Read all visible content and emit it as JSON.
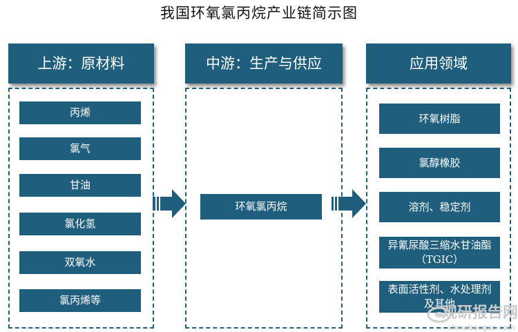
{
  "title": "我国环氧氯丙烷产业链简示图",
  "columns": [
    {
      "header": "上游：原材料",
      "items": [
        "丙烯",
        "氯气",
        "甘油",
        "氯化氢",
        "双氧水",
        "氯丙烯等"
      ]
    },
    {
      "header": "中游：生产与供应",
      "items": [
        "环氧氯丙烷"
      ]
    },
    {
      "header": "应用领域",
      "items": [
        "环氧树脂",
        "氯醇橡胶",
        "溶剂、稳定剂",
        "异氰尿酸三缩水甘油酯（TGIC）",
        "表面活性剂、水处理剂及其他"
      ]
    }
  ],
  "colors": {
    "primary": "#1f5e7d",
    "text_on_primary": "#ffffff"
  },
  "watermark": {
    "main": "观研报告网",
    "sub": "chinabaogao.com"
  }
}
